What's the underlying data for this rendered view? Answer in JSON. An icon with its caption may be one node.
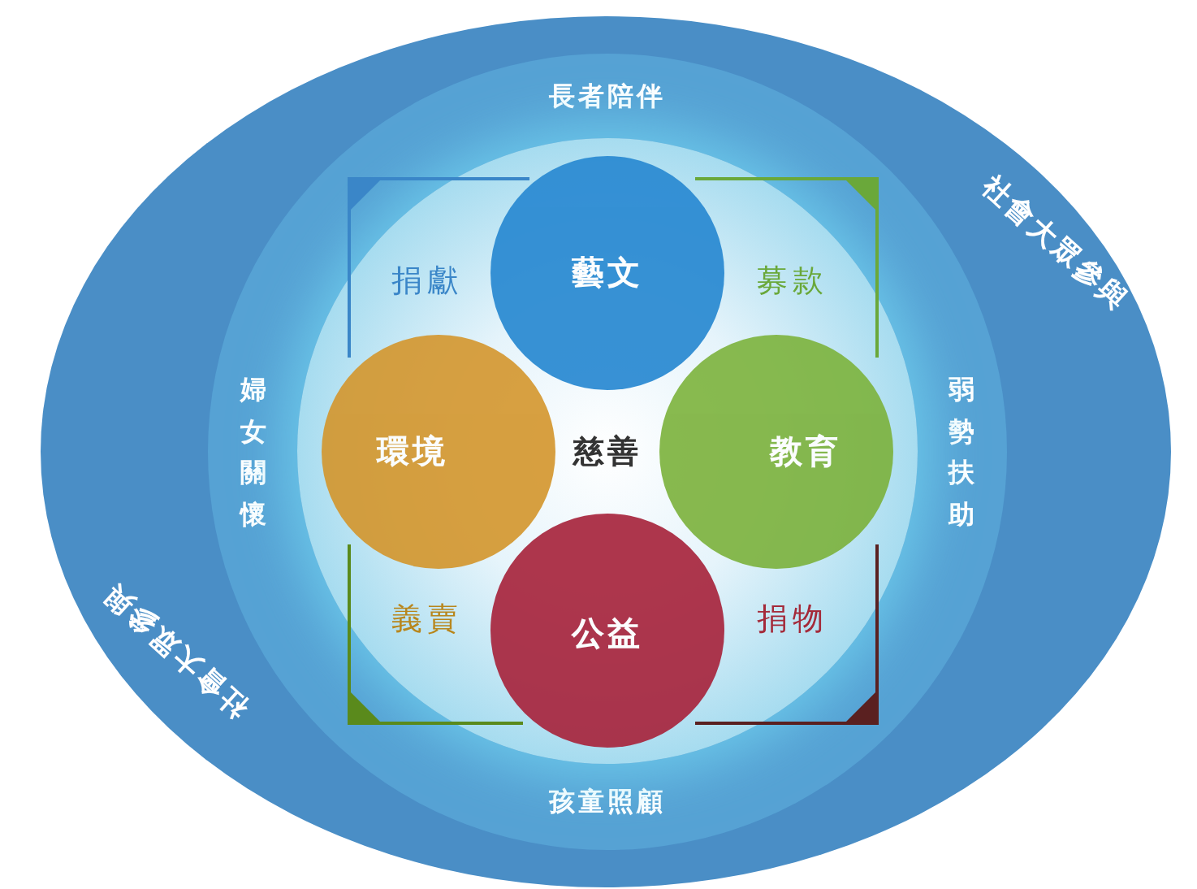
{
  "diagram": {
    "nodes": [
      {
        "text": [
          "社會大眾參與",
          "社會大眾參與"
        ]
      },
      {
        "text": [
          "長者陪伴",
          "弱勢扶助",
          "孩童照顧",
          "婦女關懷"
        ],
        "in": 0
      },
      {
        "text": [
          "慈善"
        ],
        "in": 1
      },
      {
        "text": [
          "藝文"
        ],
        "in": 2
      },
      {
        "text": [
          "環境"
        ],
        "in": 2
      },
      {
        "text": [
          "教育"
        ],
        "in": 2
      },
      {
        "text": [
          "公益"
        ],
        "in": 2
      }
    ],
    "edges": [],
    "labels": [
      "捐獻",
      "募款",
      "義賣",
      "捐物"
    ]
  }
}
